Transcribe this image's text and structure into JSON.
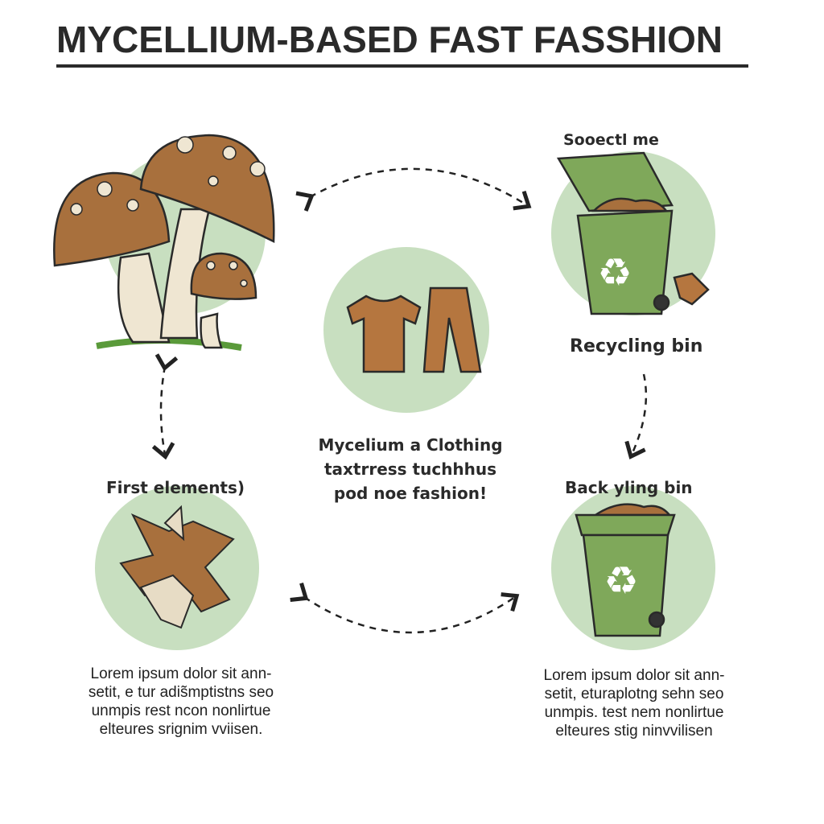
{
  "title": "MYCELLIUM-BASED FAST FASSHION",
  "nodes": {
    "top_right_caption": "Sooectl me",
    "recycling_bin": "Recycling bin",
    "first_elements": "First elements)",
    "back_yling_bin": "Back yling bin",
    "center": {
      "line1": "Mycelium a Clothing",
      "line2": "taxtrress tuchhhus",
      "line3": "pod noe fashion!"
    }
  },
  "paragraphs": {
    "left": [
      "Lorem ipsum dolor sit ann-",
      "setit, e tur adis̃mptistns seo",
      "unmpis  rest ncon nonlirtue",
      "elteures srignim vviisen."
    ],
    "right": [
      "Lorem ipsum dolor sit ann-",
      "setit, eturaplotng sehn seo",
      "unmpis. test nem nonlirtue",
      "elteures stig ninvvilisen"
    ]
  },
  "colors": {
    "circle": "#c8dfc0",
    "brown": "#b5763f",
    "bin": "#7fa85a",
    "text": "#2a2a2a"
  }
}
